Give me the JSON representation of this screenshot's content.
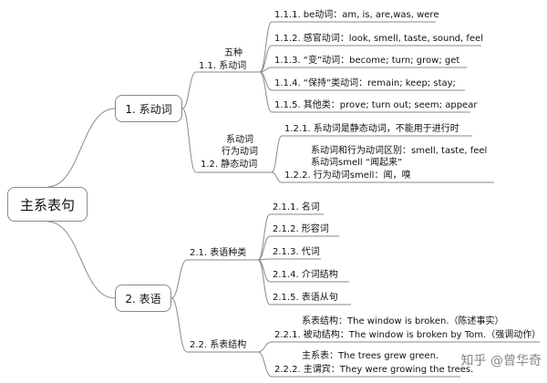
{
  "root": {
    "label": "主系表句"
  },
  "branch1": {
    "label": "1. 系动词",
    "sub1": {
      "title": "五种",
      "label": "1.1.  系动词",
      "items": [
        "1.1.1. be动词：am, is, are,was, were",
        "1.1.2. 感官动词：look, smell, taste, sound, feel",
        "1.1.3.  “变”动词：become; turn; grow; get",
        "1.1.4.  “保持”类动词：remain; keep; stay;",
        "1.1.5. 其他类：prove; turn out; seem; appear"
      ]
    },
    "sub2": {
      "title_lines": [
        "系动词",
        "行为动词"
      ],
      "label": "1.2.  静态动词",
      "item1": "1.2.1. 系动词是静态动词，不能用于进行时",
      "item2_lines": [
        "系动词和行为动词区别：smell, taste, feel",
        "系动词smell “闻起来”"
      ],
      "item2": "1.2.2. 行为动词smell：闻，嗅"
    }
  },
  "branch2": {
    "label": "2. 表语",
    "sub1": {
      "label": "2.1.  表语种类",
      "items": [
        "2.1.1.  名词",
        "2.1.2.  形容词",
        "2.1.3.  代词",
        "2.1.4.  介词结构",
        "2.1.5.  表语从句"
      ]
    },
    "sub2": {
      "label": "2.2.  系表结构",
      "item1_top": "系表结构：The window is broken.（陈述事实）",
      "item1": "2.2.1. 被动结构：The window is broken by Tom.（强调动作）",
      "item2_top": "主系表：The trees grew green.",
      "item2": "2.2.2. 主谓宾：They were growing the trees."
    }
  },
  "watermark": "知乎 @曾华奇",
  "colors": {
    "line": "#8a8a8a"
  }
}
